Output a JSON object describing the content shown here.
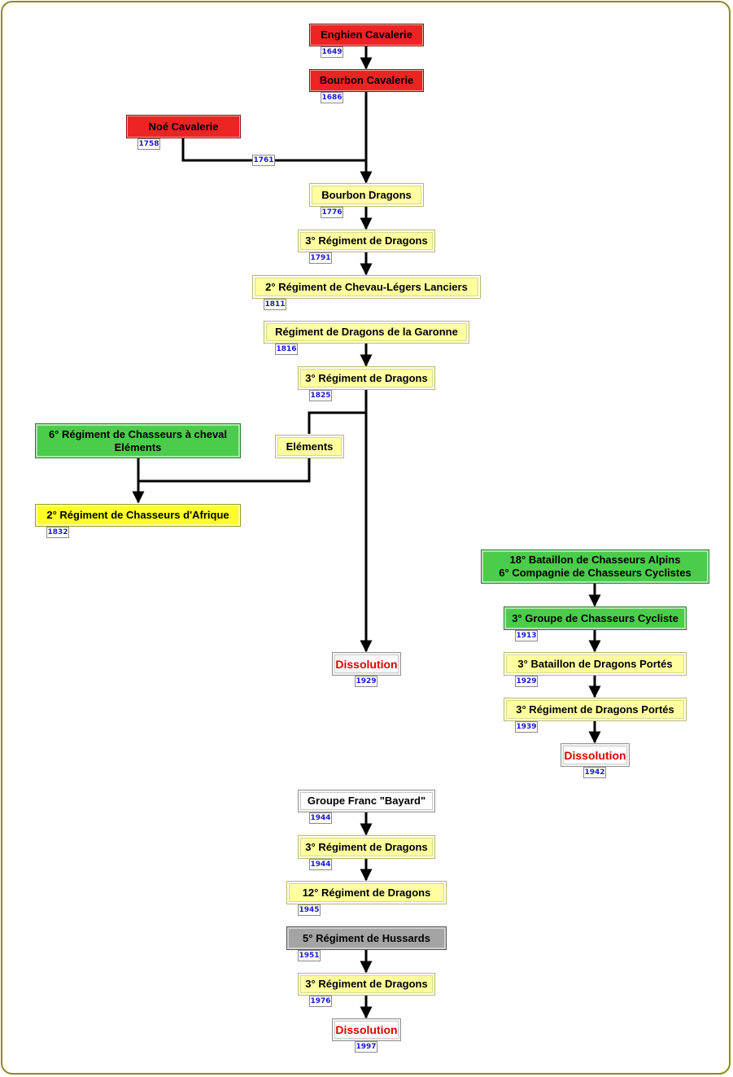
{
  "nodes": [
    {
      "id": "enghien-cavalerie",
      "label": "Enghien Cavalerie",
      "style": "red",
      "year": "1649"
    },
    {
      "id": "bourbon-cavalerie",
      "label": "Bourbon Cavalerie",
      "style": "red",
      "year": "1686"
    },
    {
      "id": "noe-cavalerie",
      "label": "Noé Cavalerie",
      "style": "red",
      "year": "1758"
    },
    {
      "id": "bourbon-dragons",
      "label": "Bourbon Dragons",
      "style": "pale",
      "year": "1776"
    },
    {
      "id": "3e-regiment-de-dragons-1791",
      "label": "3° Régiment de Dragons",
      "style": "pale",
      "year": "1791"
    },
    {
      "id": "2e-regiment-chevau-legers-lanciers",
      "label": "2° Régiment de Chevau-Légers Lanciers",
      "style": "pale",
      "year": "1811"
    },
    {
      "id": "regiment-dragons-garonne",
      "label": "Régiment de Dragons de la Garonne",
      "style": "pale",
      "year": "1816"
    },
    {
      "id": "3e-regiment-de-dragons-1825",
      "label": "3° Régiment de Dragons",
      "style": "pale",
      "year": "1825"
    },
    {
      "id": "6e-regiment-chasseurs-a-cheval",
      "label": "6° Régiment de Chasseurs à cheval\nEléments",
      "style": "green",
      "year": ""
    },
    {
      "id": "elements",
      "label": "Eléments",
      "style": "pale",
      "year": ""
    },
    {
      "id": "2e-regiment-chasseurs-afrique",
      "label": "2° Régiment de Chasseurs d'Afrique",
      "style": "yellow",
      "year": "1832"
    },
    {
      "id": "18e-bataillon-chasseurs-alpins",
      "label": "18° Bataillon de Chasseurs Alpins\n6° Compagnie de Chasseurs Cyclistes",
      "style": "green",
      "year": ""
    },
    {
      "id": "3e-groupe-chasseurs-cycliste",
      "label": "3° Groupe de Chasseurs Cycliste",
      "style": "green",
      "year": "1913"
    },
    {
      "id": "3e-bataillon-dragons-portes",
      "label": "3° Bataillon de Dragons Portés",
      "style": "pale",
      "year": "1929"
    },
    {
      "id": "3e-regiment-dragons-portes",
      "label": "3° Régiment de Dragons Portés",
      "style": "pale",
      "year": "1939"
    },
    {
      "id": "dissolution-1942",
      "label": "Dissolution",
      "style": "dissol",
      "year": "1942"
    },
    {
      "id": "dissolution-1929",
      "label": "Dissolution",
      "style": "dissol",
      "year": "1929"
    },
    {
      "id": "groupe-franc-bayard",
      "label": "Groupe Franc \"Bayard\"",
      "style": "white",
      "year": "1944"
    },
    {
      "id": "3e-regiment-de-dragons-1944",
      "label": "3° Régiment de Dragons",
      "style": "pale",
      "year": "1944"
    },
    {
      "id": "12e-regiment-de-dragons",
      "label": "12° Régiment de Dragons",
      "style": "pale",
      "year": "1945"
    },
    {
      "id": "5e-regiment-de-hussards",
      "label": "5° Régiment de Hussards",
      "style": "gray",
      "year": "1951"
    },
    {
      "id": "3e-regiment-de-dragons-1976",
      "label": "3° Régiment de Dragons",
      "style": "pale",
      "year": "1976"
    },
    {
      "id": "dissolution-1997",
      "label": "Dissolution",
      "style": "dissol",
      "year": "1997"
    }
  ],
  "edge_labels": [
    {
      "id": "merge-1761",
      "label": "1761"
    }
  ],
  "edges": [
    {
      "from": "enghien-cavalerie",
      "to": "bourbon-cavalerie"
    },
    {
      "from": "bourbon-cavalerie",
      "to": "bourbon-dragons"
    },
    {
      "from": "noe-cavalerie",
      "to": "bourbon-dragons",
      "label": "1761"
    },
    {
      "from": "bourbon-dragons",
      "to": "3e-regiment-de-dragons-1791"
    },
    {
      "from": "3e-regiment-de-dragons-1791",
      "to": "2e-regiment-chevau-legers-lanciers"
    },
    {
      "from": "regiment-dragons-garonne",
      "to": "3e-regiment-de-dragons-1825"
    },
    {
      "from": "3e-regiment-de-dragons-1825",
      "to": "dissolution-1929"
    },
    {
      "from": "3e-regiment-de-dragons-1825",
      "to": "elements"
    },
    {
      "from": "elements",
      "to": "2e-regiment-chasseurs-afrique"
    },
    {
      "from": "6e-regiment-chasseurs-a-cheval",
      "to": "2e-regiment-chasseurs-afrique"
    },
    {
      "from": "18e-bataillon-chasseurs-alpins",
      "to": "3e-groupe-chasseurs-cycliste"
    },
    {
      "from": "3e-groupe-chasseurs-cycliste",
      "to": "3e-bataillon-dragons-portes"
    },
    {
      "from": "3e-bataillon-dragons-portes",
      "to": "3e-regiment-dragons-portes"
    },
    {
      "from": "3e-regiment-dragons-portes",
      "to": "dissolution-1942"
    },
    {
      "from": "groupe-franc-bayard",
      "to": "3e-regiment-de-dragons-1944"
    },
    {
      "from": "3e-regiment-de-dragons-1944",
      "to": "12e-regiment-de-dragons"
    },
    {
      "from": "5e-regiment-de-hussards",
      "to": "3e-regiment-de-dragons-1976"
    },
    {
      "from": "3e-regiment-de-dragons-1976",
      "to": "dissolution-1997"
    }
  ]
}
